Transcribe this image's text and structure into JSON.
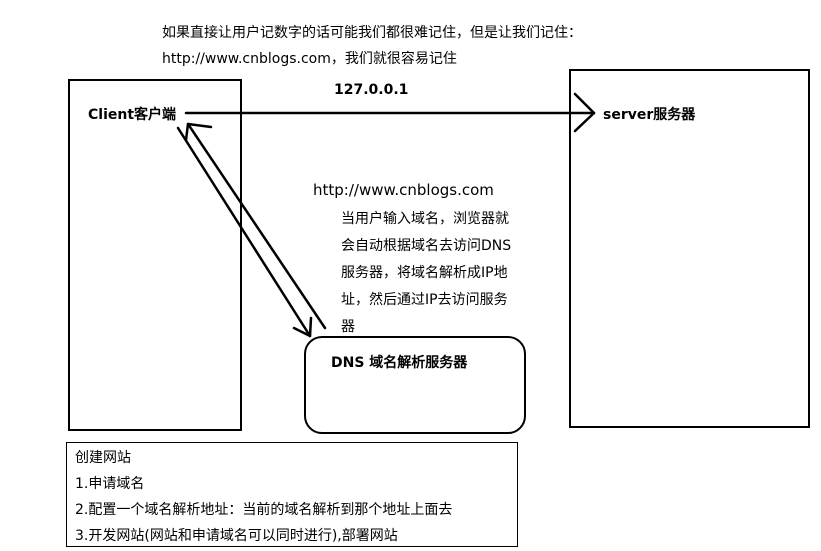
{
  "intro": {
    "line1": "如果直接让用户记数字的话可能我们都很难记住，但是让我们记住：",
    "line2": "http://www.cnblogs.com，我们就很容易记住"
  },
  "client": {
    "label": "Client客户端"
  },
  "server": {
    "label": "server服务器"
  },
  "ip_label": "127.0.0.1",
  "domain_label": "http://www.cnblogs.com",
  "explanation": {
    "lines": [
      "当用户输入域名，浏览器就",
      "会自动根据域名去访问DNS",
      "服务器，将域名解析成IP地",
      "址，然后通过IP去访问服务",
      "器"
    ]
  },
  "dns": {
    "label": "DNS 域名解析服务器"
  },
  "steps": {
    "title": "创建网站",
    "items": [
      "1.申请域名",
      "2.配置一个域名解析地址：当前的域名解析到那个地址上面去",
      "3.开发网站(网站和申请域名可以同时进行),部署网站"
    ]
  }
}
